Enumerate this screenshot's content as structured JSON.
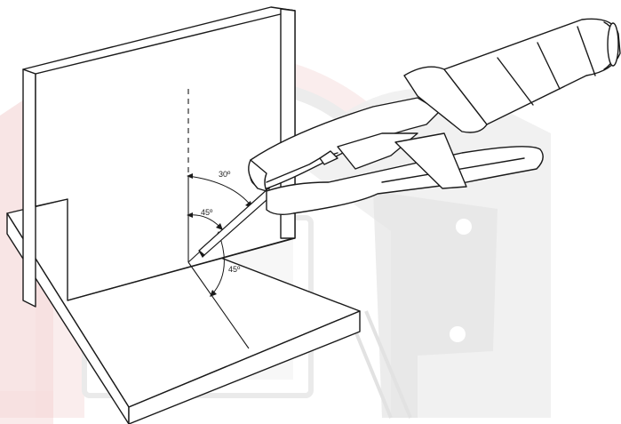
{
  "diagram": {
    "angles": {
      "work_angle_vertical": "45º",
      "travel_angle": "30º",
      "work_angle_plate": "45º"
    },
    "colors": {
      "line": "#1a1a1a",
      "watermark_red": "#f4d7d7",
      "watermark_gray": "#ececec",
      "plate_fill": "#ffffff",
      "holder_fill": "#ffffff"
    },
    "icons": {
      "watermark": "welding-helmet-watermark",
      "holder": "electrode-holder"
    }
  }
}
